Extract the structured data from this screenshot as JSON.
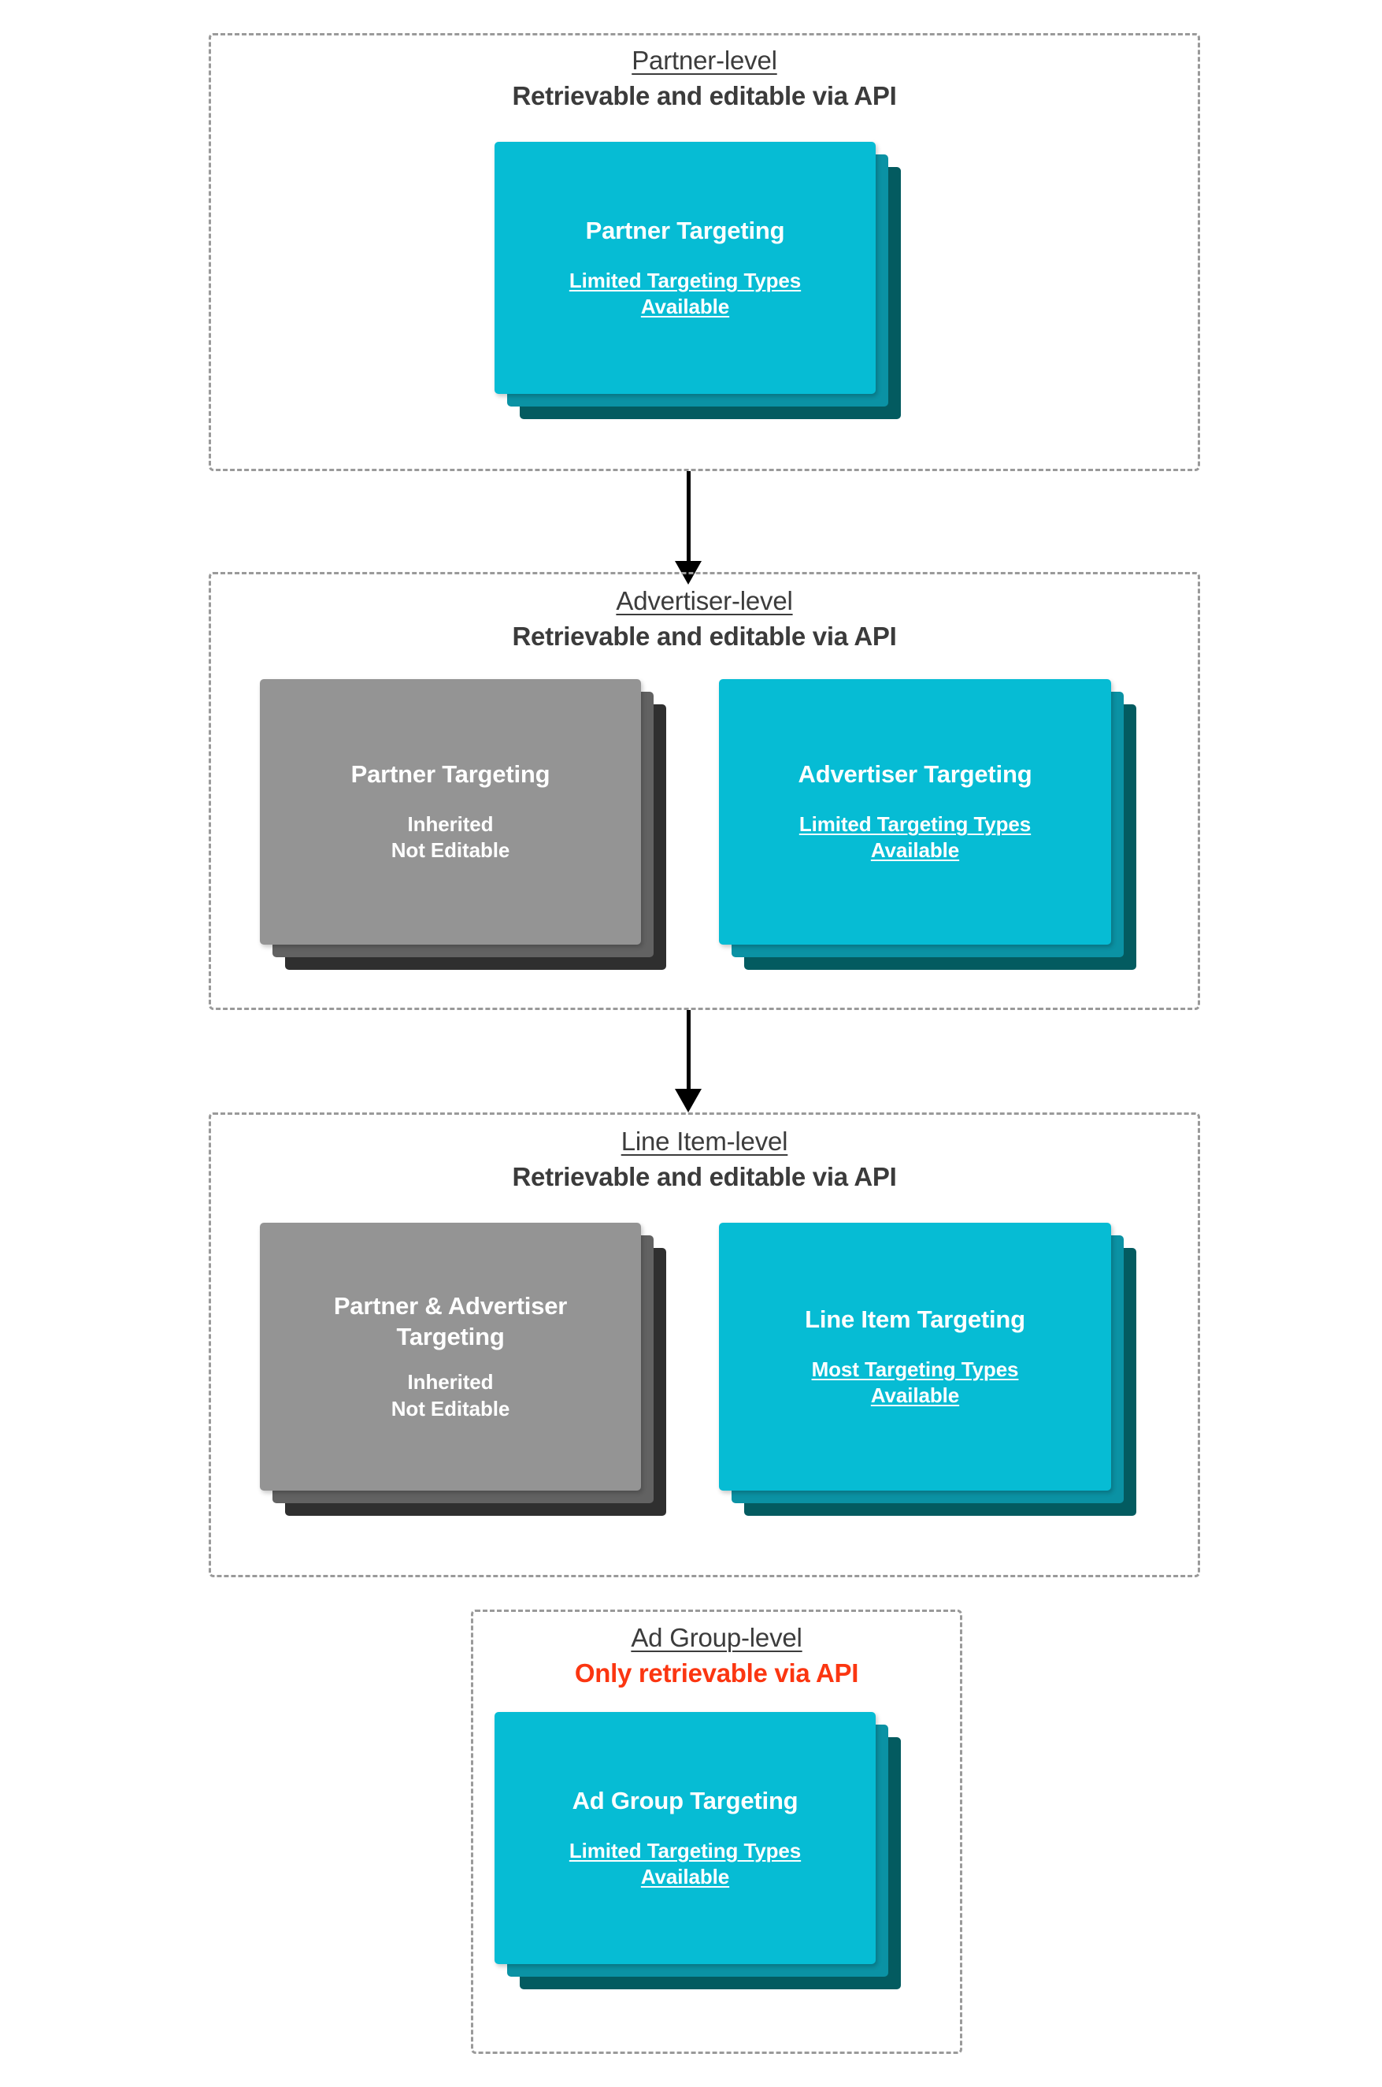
{
  "diagram": {
    "title_note": "Targeting inheritance hierarchy across Partner, Advertiser, Line Item and Ad Group levels",
    "colors": {
      "card_front_cyan": "#06bcd4",
      "card_mid_cyan": "#0b92a4",
      "card_back_cyan": "#035b60",
      "card_front_gray": "#949494",
      "card_mid_gray": "#626262",
      "card_back_gray": "#2f2f2f",
      "alert_red": "#fb3611",
      "dashed_border": "#9a9a9a",
      "heading_text": "#3c3c3c",
      "arrow": "#000000"
    }
  },
  "levels": [
    {
      "id": "partner",
      "title": "Partner-level",
      "subtitle": "Retrievable and editable via API",
      "subtitle_style": "normal",
      "cards": [
        {
          "id": "partner-targeting",
          "title": "Partner Targeting",
          "subtitle": "Limited Targeting Types Available",
          "palette": "cyan",
          "underlined": true
        }
      ]
    },
    {
      "id": "advertiser",
      "title": "Advertiser-level",
      "subtitle": "Retrievable and editable via API",
      "subtitle_style": "normal",
      "cards": [
        {
          "id": "inherited-partner-targeting",
          "title": "Partner Targeting",
          "subtitle": "Inherited\nNot Editable",
          "palette": "gray",
          "underlined": false
        },
        {
          "id": "advertiser-targeting",
          "title": "Advertiser Targeting",
          "subtitle": "Limited Targeting Types Available",
          "palette": "cyan",
          "underlined": true
        }
      ]
    },
    {
      "id": "line-item",
      "title": "Line Item-level",
      "subtitle": "Retrievable and editable via API",
      "subtitle_style": "normal",
      "cards": [
        {
          "id": "inherited-partner-advertiser-targeting",
          "title": "Partner & Advertiser Targeting",
          "subtitle": "Inherited\nNot Editable",
          "palette": "gray",
          "underlined": false
        },
        {
          "id": "line-item-targeting",
          "title": "Line Item Targeting",
          "subtitle": "Most Targeting Types Available",
          "palette": "cyan",
          "underlined": true
        }
      ]
    },
    {
      "id": "ad-group",
      "title": "Ad Group-level",
      "subtitle": "Only retrievable via API",
      "subtitle_style": "alert",
      "cards": [
        {
          "id": "ad-group-targeting",
          "title": "Ad Group Targeting",
          "subtitle": "Limited Targeting Types Available",
          "palette": "cyan",
          "underlined": true
        }
      ]
    }
  ],
  "connectors": [
    {
      "id": "partner-to-advertiser",
      "from": "partner",
      "to": "advertiser"
    },
    {
      "id": "advertiser-to-line-item",
      "from": "advertiser",
      "to": "line-item"
    }
  ]
}
